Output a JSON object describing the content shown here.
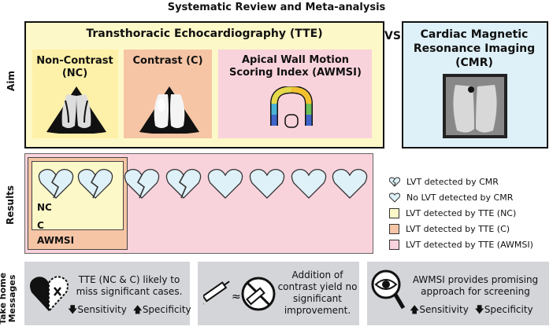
{
  "title": "Systematic Review and Meta-analysis",
  "rows": {
    "aim": "Aim",
    "results": "Results",
    "take_home": "Take home Messages"
  },
  "aim": {
    "tte_title": "Transthoracic Echocardiography (TTE)",
    "nc_title": "Non-Contrast (NC)",
    "c_title": "Contrast (C)",
    "awmsi_title": "Apical Wall Motion Scoring Index (AWMSI)",
    "vs": "VS",
    "cmr_title": "Cardiac Magnetic Resonance Imaging (CMR)"
  },
  "results": {
    "box_labels": {
      "nc": "NC",
      "c": "C",
      "awmsi": "AWMSI"
    },
    "hearts": [
      "broken",
      "broken",
      "broken",
      "broken",
      "whole",
      "whole",
      "whole",
      "whole"
    ]
  },
  "legend": [
    {
      "icon": "broken-heart",
      "label": "LVT detected by CMR"
    },
    {
      "icon": "heart",
      "label": "No LVT detected by CMR"
    },
    {
      "color": "#fdf8c8",
      "label": "LVT detected by TTE (NC)"
    },
    {
      "color": "#f6c5a5",
      "label": "LVT detected by TTE (C)"
    },
    {
      "color": "#f9d3dc",
      "label": "LVT detected by TTE (AWMSI)"
    }
  ],
  "messages": [
    {
      "text": "TTE (NC & C) likely to miss significant cases.",
      "down": "Sensitivity",
      "up": "Specificity"
    },
    {
      "text": "Addition of contrast yield no significant improvement."
    },
    {
      "text": "AWMSI provides promising approach for screening",
      "up": "Sensitivity",
      "down": "Specificity"
    }
  ],
  "colors": {
    "heart_fill": "#dff1f8",
    "yellow": "#fdf8c8",
    "orange": "#f6c5a5",
    "pink": "#f9d3dc",
    "blue": "#dff1f8",
    "grey": "#d3d5d9"
  }
}
